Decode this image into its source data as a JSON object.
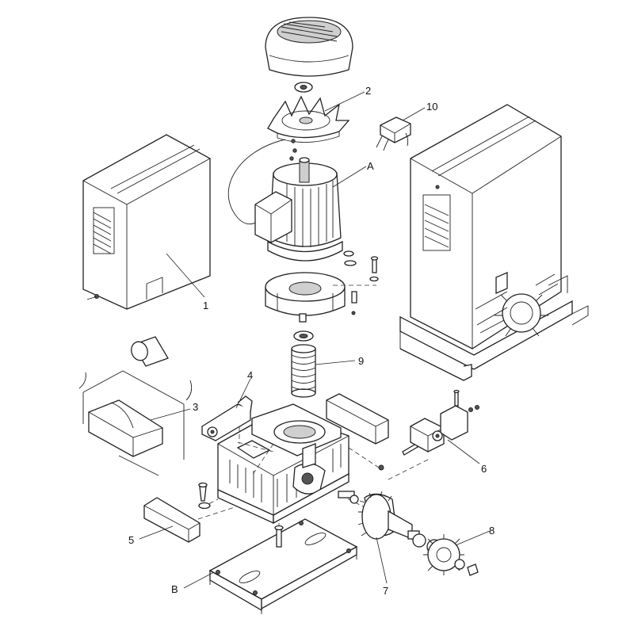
{
  "callouts": {
    "c1": "1",
    "c2": "2",
    "c3": "3",
    "c4": "4",
    "c5": "5",
    "c6": "6",
    "c7": "7",
    "c8": "8",
    "c9": "9",
    "c10": "10",
    "cA": "A",
    "cB": "B"
  }
}
